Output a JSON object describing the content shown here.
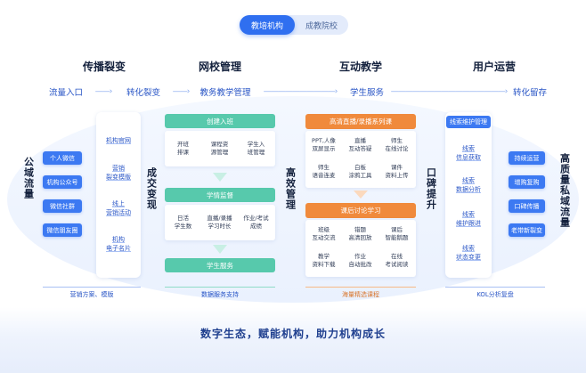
{
  "tabs": [
    {
      "label": "教培机构",
      "active": true
    },
    {
      "label": "成教院校",
      "active": false
    }
  ],
  "sections": [
    {
      "title": "传播裂变"
    },
    {
      "title": "网校管理"
    },
    {
      "title": "互动教学"
    },
    {
      "title": "用户运营"
    }
  ],
  "flow": [
    {
      "label": "流量入口"
    },
    {
      "label": "转化裂变"
    },
    {
      "label": "教务教学管理"
    },
    {
      "label": "学生服务"
    },
    {
      "label": "转化留存"
    }
  ],
  "flow_arrow": "——›",
  "side_labels": {
    "left": "公域流量",
    "col1_right": "成交变现",
    "col2_right": "高效管理",
    "col3_right": "口碑提升",
    "right": "高质量私域流量"
  },
  "left_pills": [
    "个人微信",
    "机构公众号",
    "微信社群",
    "微信朋友圈"
  ],
  "conversion_items": [
    "机构官网",
    "营销\n裂变模版",
    "线上\n营销活动",
    "机构\n电子名片"
  ],
  "campus": {
    "blocks": [
      {
        "title": "创建入班",
        "items": [
          "开班\n排课",
          "课程资\n源管理",
          "学生入\n班管理"
        ]
      },
      {
        "title": "学情监督",
        "items": [
          "日活\n学生数",
          "直播/录播\n学习时长",
          "作业/考试\n成绩"
        ]
      },
      {
        "title": "学生服务",
        "items": []
      }
    ],
    "caption": "数据服务支持"
  },
  "teaching": {
    "blocks": [
      {
        "title": "高清直播/录播系列课",
        "items": [
          "PPT,人像\n双屏显示",
          "直播\n互动答疑",
          "师生\n在线讨论",
          "师生\n语音连麦",
          "白板\n涂鸦工具",
          "课件\n资料上传"
        ]
      },
      {
        "title": "课后讨论学习",
        "items": [
          "班级\n互动交流",
          "错题\n高清回放",
          "课后\n智能鹅题",
          "教学\n资料下载",
          "作业\n自动批改",
          "在线\n考试阅读"
        ]
      }
    ],
    "caption": "海量精选课程"
  },
  "operation": {
    "header": "线索维护管理",
    "items": [
      "线索\n信息获取",
      "线索\n数据分析",
      "线索\n维护跟进",
      "线索\n状态变更"
    ],
    "caption": "KOL分析复盘"
  },
  "right_pills": [
    "持续运营",
    "增购复购",
    "口碑传播",
    "老带新裂变"
  ],
  "left_caption": "营销方案、模版",
  "banner": "数字生态，赋能机构，助力机构成长",
  "colors": {
    "primary": "#2f6ff0",
    "green": "#57c9ac",
    "orange": "#f08a3c",
    "text_blue": "#2a56c6"
  }
}
